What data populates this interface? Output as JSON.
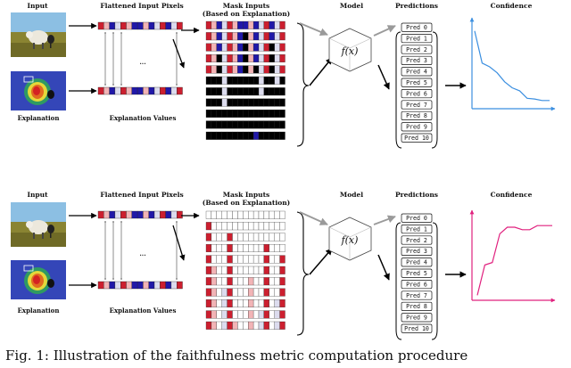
{
  "colors": {
    "red": "#cc1f2f",
    "light_red": "#f2b4b6",
    "pale": "#dcdcee",
    "blue": "#2018a8",
    "light_blue": "#9ea0e6",
    "white": "#ffffff",
    "black": "#000000",
    "top_curve": "#3b8fe0",
    "bottom_curve": "#e0207e",
    "arrow_grey": "#9a9a9a"
  },
  "panels": [
    {
      "id": "top",
      "headers": {
        "input": "Input",
        "flattened": "Flattened Input Pixels",
        "mask_title": "Mask Inputs",
        "mask_sub": "(Based on Explanation)",
        "model": "Model",
        "predictions": "Predictions",
        "confidence": "Confidence"
      },
      "labels": {
        "explanation": "Explanation",
        "explanation_values": "Explanation Values",
        "ellipsis": "..."
      },
      "model_symbol": "f(x)",
      "predictions": [
        "Pred 0",
        "Pred 1",
        "Pred 2",
        "Pred 3",
        "Pred 4",
        "Pred 5",
        "Pred 6",
        "Pred 7",
        "Pred 8",
        "Pred 9",
        "Pred 10"
      ],
      "confidence": [
        0.98,
        0.55,
        0.5,
        0.42,
        0.3,
        0.22,
        0.18,
        0.08,
        0.07,
        0.05,
        0.05
      ]
    },
    {
      "id": "bottom",
      "headers": {
        "input": "Input",
        "flattened": "Flattened Input Pixels",
        "mask_title": "Mask Inputs",
        "mask_sub": "(Based on Explanation)",
        "model": "Model",
        "predictions": "Predictions",
        "confidence": "Confidence"
      },
      "labels": {
        "explanation": "Explanation",
        "explanation_values": "Explanation Values",
        "ellipsis": "..."
      },
      "model_symbol": "f(x)",
      "predictions": [
        "Pred 0",
        "Pred 1",
        "Pred 2",
        "Pred 3",
        "Pred 4",
        "Pred 5",
        "Pred 6",
        "Pred 7",
        "Pred 8",
        "Pred 9",
        "Pred 10"
      ],
      "confidence": [
        0.05,
        0.42,
        0.45,
        0.8,
        0.88,
        0.88,
        0.85,
        0.85,
        0.9,
        0.9,
        0.9
      ]
    }
  ],
  "pixel_strip": [
    "red",
    "light_red",
    "blue",
    "pale",
    "red",
    "light_red",
    "blue",
    "blue",
    "light_red",
    "blue",
    "pale",
    "red",
    "blue",
    "pale",
    "red"
  ],
  "caption": "Fig. 1: Illustration of the faithfulness metric computation procedure"
}
